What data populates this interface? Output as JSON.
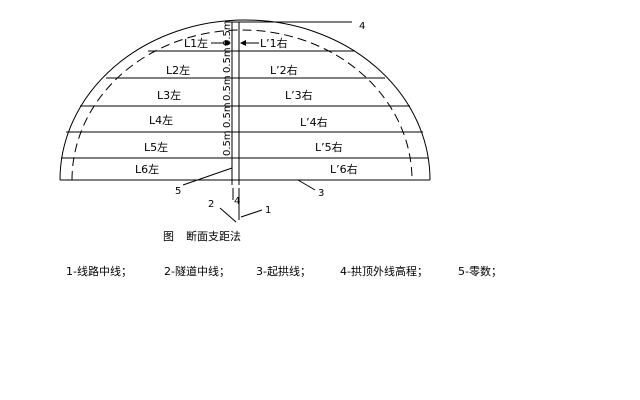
{
  "rows": [
    {
      "left": "L1左",
      "right": "L’1右"
    },
    {
      "left": "L2左",
      "right": "L’2右"
    },
    {
      "left": "L3左",
      "right": "L’3右"
    },
    {
      "left": "L4左",
      "right": "L’4右"
    },
    {
      "left": "L5左",
      "right": "L’5右"
    },
    {
      "left": "L6左",
      "right": "L’6右"
    }
  ],
  "spacing": [
    "0.5m",
    "0.5m",
    "0.5m",
    "0.5m",
    "0.5m"
  ],
  "callouts": {
    "c1": "1",
    "c2": "2",
    "c3": "3",
    "c4_top": "4",
    "c4_bottom": "4",
    "c5": "5"
  },
  "caption": {
    "fig": "图",
    "title": "断面支距法"
  },
  "legend": [
    "1-线路中线；",
    "2-隧道中线；",
    "3-起拱线；",
    "4-拱顶外线高程；",
    "5-零数；"
  ]
}
